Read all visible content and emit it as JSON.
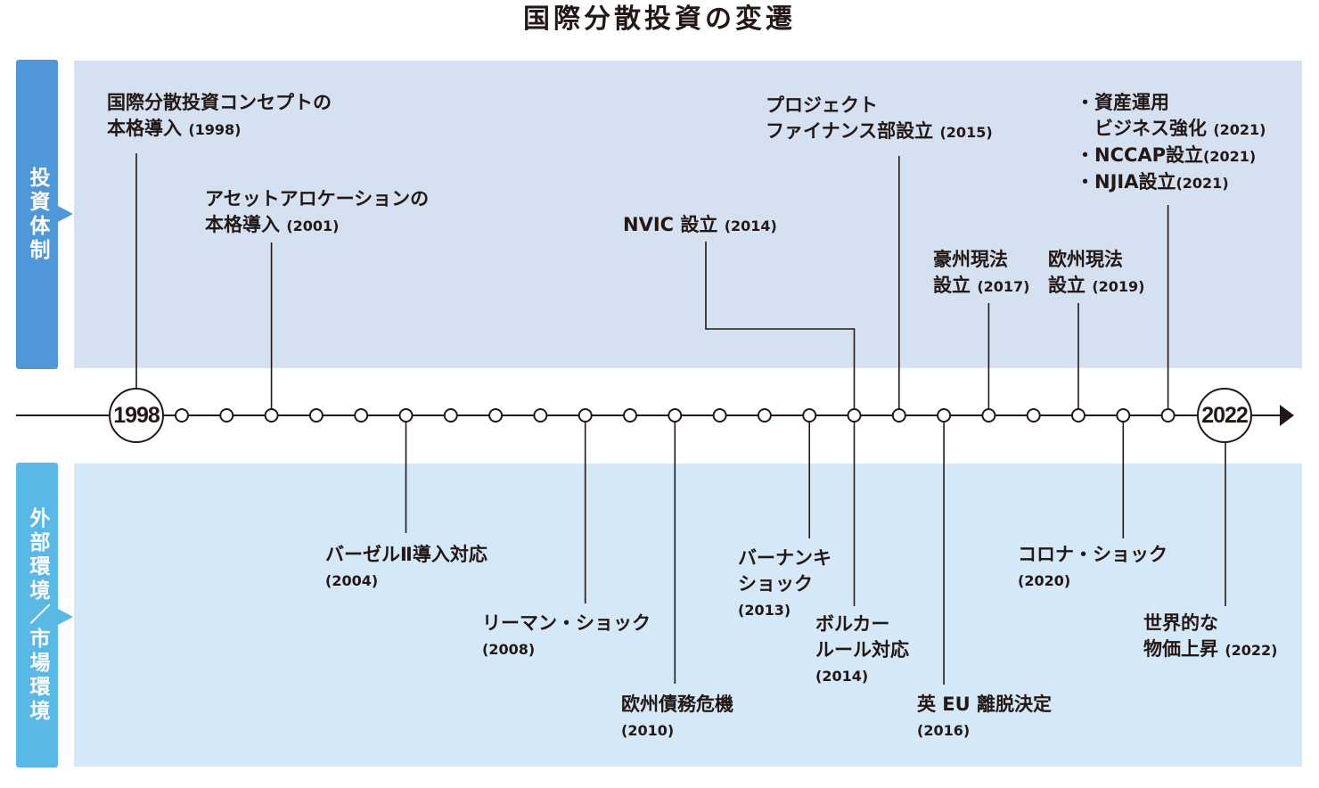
{
  "title": "国際分散投資の変遷",
  "colors": {
    "top_band": "#d5e0f1",
    "bottom_band": "#d5e8f7",
    "top_side": "#4f97d8",
    "bottom_side": "#5ab8e6",
    "line": "#231815"
  },
  "side_labels": {
    "top": "投資体制",
    "bottom": "外部環境／市場環境"
  },
  "timeline": {
    "start_year": "1998",
    "end_year": "2022",
    "ticks": [
      "1999",
      "2000",
      "2001",
      "2002",
      "2003",
      "2004",
      "2005",
      "2006",
      "2007",
      "2008",
      "2009",
      "2010",
      "2011",
      "2012",
      "2013",
      "2014",
      "2015",
      "2016",
      "2017",
      "2018",
      "2019",
      "2020",
      "2021"
    ]
  },
  "top_events": [
    {
      "id": "intl-diversification",
      "lines": [
        "国際分散投資コンセプトの",
        "本格導入"
      ],
      "year": "(1998)"
    },
    {
      "id": "asset-allocation",
      "lines": [
        "アセットアロケーションの",
        "本格導入"
      ],
      "year": "(2001)"
    },
    {
      "id": "nvic",
      "lines": [
        "NVIC 設立"
      ],
      "year": "(2014)"
    },
    {
      "id": "project-finance",
      "lines": [
        "プロジェクト",
        "ファイナンス部設立"
      ],
      "year": "(2015)"
    },
    {
      "id": "australia-sub",
      "lines": [
        "豪州現法",
        "設立"
      ],
      "year": "(2017)"
    },
    {
      "id": "europe-sub",
      "lines": [
        "欧州現法",
        "設立"
      ],
      "year": "(2019)"
    },
    {
      "id": "business-2021",
      "bullets": [
        {
          "text": "・資産運用",
          "year": ""
        },
        {
          "text": "　ビジネス強化",
          "year": "(2021)"
        },
        {
          "text": "・NCCAP設立",
          "year": "(2021)"
        },
        {
          "text": "・NJIA設立",
          "year": "(2021)"
        }
      ]
    }
  ],
  "bottom_events": [
    {
      "id": "basel2",
      "lines": [
        "バーゼルⅡ導入対応"
      ],
      "year": "(2004)"
    },
    {
      "id": "lehman",
      "lines": [
        "リーマン・ショック"
      ],
      "year": "(2008)"
    },
    {
      "id": "euro-debt",
      "lines": [
        "欧州債務危機"
      ],
      "year": "(2010)"
    },
    {
      "id": "bernanke",
      "lines": [
        "バーナンキ",
        "ショック"
      ],
      "year": "(2013)"
    },
    {
      "id": "volcker",
      "lines": [
        "ボルカー",
        "ルール対応"
      ],
      "year": "(2014)"
    },
    {
      "id": "brexit",
      "lines": [
        "英 EU 離脱決定"
      ],
      "year": "(2016)"
    },
    {
      "id": "corona",
      "lines": [
        "コロナ・ショック"
      ],
      "year": "(2020)"
    },
    {
      "id": "inflation",
      "lines": [
        "世界的な",
        "物価上昇"
      ],
      "year": "(2022)"
    }
  ]
}
